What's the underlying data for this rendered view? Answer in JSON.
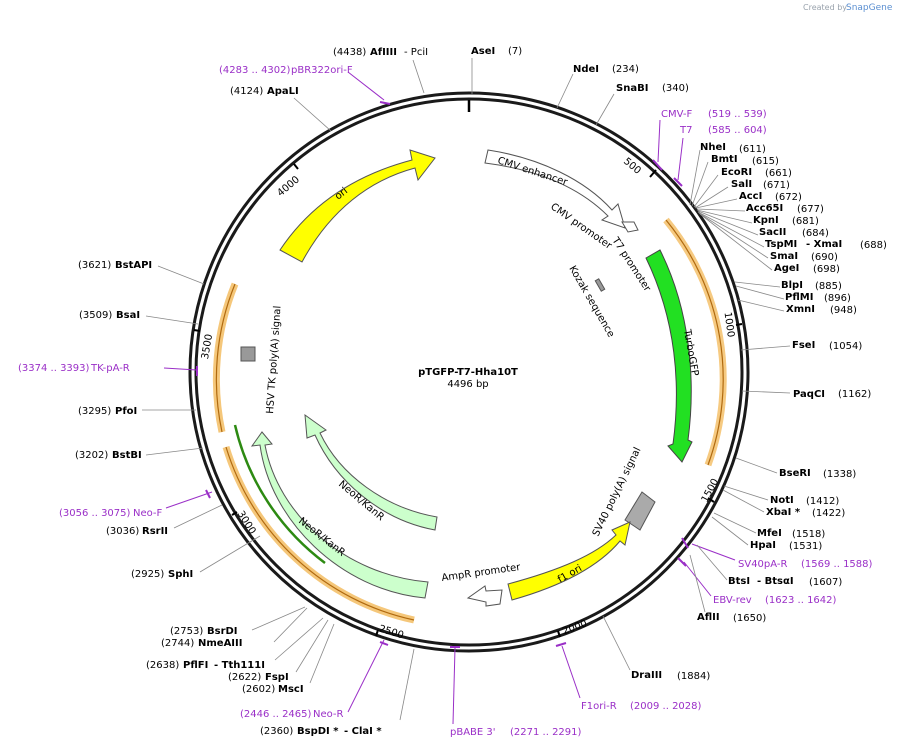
{
  "branding": {
    "created_by": "Created by",
    "app": "SnapGene"
  },
  "plasmid": {
    "name": "pTGFP-T7-Hha10T",
    "length": "4496 bp"
  },
  "ticks": [
    "500",
    "1000",
    "1500",
    "2000",
    "2500",
    "3000",
    "3500",
    "4000"
  ],
  "features": [
    "CMV enhancer",
    "CMV promoter",
    "T7 promoter",
    "Kozak sequence",
    "TurboGFP",
    "SV40 poly(A) signal",
    "f1 ori",
    "AmpR promoter",
    "NeoR/KanR",
    "NeoR/KanR",
    "HSV TK poly(A) signal",
    "ori"
  ],
  "enzymes": [
    {
      "name": "AfIIII",
      "extra": " - PciI",
      "pos": "(4438)"
    },
    {
      "name": "AseI",
      "pos": "(7)"
    },
    {
      "name": "NdeI",
      "pos": "(234)"
    },
    {
      "name": "SnaBI",
      "pos": "(340)"
    },
    {
      "name": "NheI",
      "pos": "(611)"
    },
    {
      "name": "BmtI",
      "pos": "(615)"
    },
    {
      "name": "EcoRI",
      "pos": "(661)"
    },
    {
      "name": "SalI",
      "pos": "(671)"
    },
    {
      "name": "AccI",
      "pos": "(672)"
    },
    {
      "name": "Acc65I",
      "pos": "(677)"
    },
    {
      "name": "KpnI",
      "pos": "(681)"
    },
    {
      "name": "SacII",
      "pos": "(684)"
    },
    {
      "name": "TspMI",
      "extra": " - XmaI",
      "pos": "(688)"
    },
    {
      "name": "SmaI",
      "pos": "(690)"
    },
    {
      "name": "AgeI",
      "pos": "(698)"
    },
    {
      "name": "BlpI",
      "pos": "(885)"
    },
    {
      "name": "PflMI",
      "pos": "(896)"
    },
    {
      "name": "XmnI",
      "pos": "(948)"
    },
    {
      "name": "FseI",
      "pos": "(1054)"
    },
    {
      "name": "PaqCI",
      "pos": "(1162)"
    },
    {
      "name": "BseRI",
      "pos": "(1338)"
    },
    {
      "name": "NotI",
      "pos": "(1412)"
    },
    {
      "name": "XbaI *",
      "pos": "(1422)"
    },
    {
      "name": "MfeI",
      "pos": "(1518)"
    },
    {
      "name": "HpaI",
      "pos": "(1531)"
    },
    {
      "name": "BtsI",
      "extra": " - BtsαI",
      "pos": "(1607)"
    },
    {
      "name": "AflII",
      "pos": "(1650)"
    },
    {
      "name": "DraIII",
      "pos": "(1884)"
    },
    {
      "name": "BspDI *",
      "extra": " - ClaI *",
      "pos": "(2360)"
    },
    {
      "name": "MscI",
      "pos": "(2602)"
    },
    {
      "name": "FspI",
      "pos": "(2622)"
    },
    {
      "name": "PflFI",
      "extra": " - Tth111I",
      "pos": "(2638)"
    },
    {
      "name": "NmeAIII",
      "pos": "(2744)"
    },
    {
      "name": "BsrDI",
      "pos": "(2753)"
    },
    {
      "name": "SphI",
      "pos": "(2925)"
    },
    {
      "name": "RsrII",
      "pos": "(3036)"
    },
    {
      "name": "BstBI",
      "pos": "(3202)"
    },
    {
      "name": "PfoI",
      "pos": "(3295)"
    },
    {
      "name": "BsaI",
      "pos": "(3509)"
    },
    {
      "name": "BstAPI",
      "pos": "(3621)"
    },
    {
      "name": "ApaLI",
      "pos": "(4124)"
    }
  ],
  "primers": [
    {
      "name": "pBR322ori-F",
      "range": "(4283 .. 4302)"
    },
    {
      "name": "CMV-F",
      "range": "(519 .. 539)"
    },
    {
      "name": "T7",
      "range": "(585 .. 604)"
    },
    {
      "name": "SV40pA-R",
      "range": "(1569 .. 1588)"
    },
    {
      "name": "EBV-rev",
      "range": "(1623 .. 1642)"
    },
    {
      "name": "F1ori-R",
      "range": "(2009 .. 2028)"
    },
    {
      "name": "pBABE 3'",
      "range": "(2271 .. 2291)"
    },
    {
      "name": "Neo-R",
      "range": "(2446 .. 2465)"
    },
    {
      "name": "Neo-F",
      "range": "(3056 .. 3075)"
    },
    {
      "name": "TK-pA-R",
      "range": "(3374 .. 3393)"
    }
  ],
  "colors": {
    "ring": "#1a1a1a",
    "primer": "#9a2fc7",
    "ori": "#ffff00",
    "gfp": "#22e022",
    "neo": "#ccffcc",
    "f1": "#ffff00",
    "orf_highlight": "#f5c77a"
  }
}
